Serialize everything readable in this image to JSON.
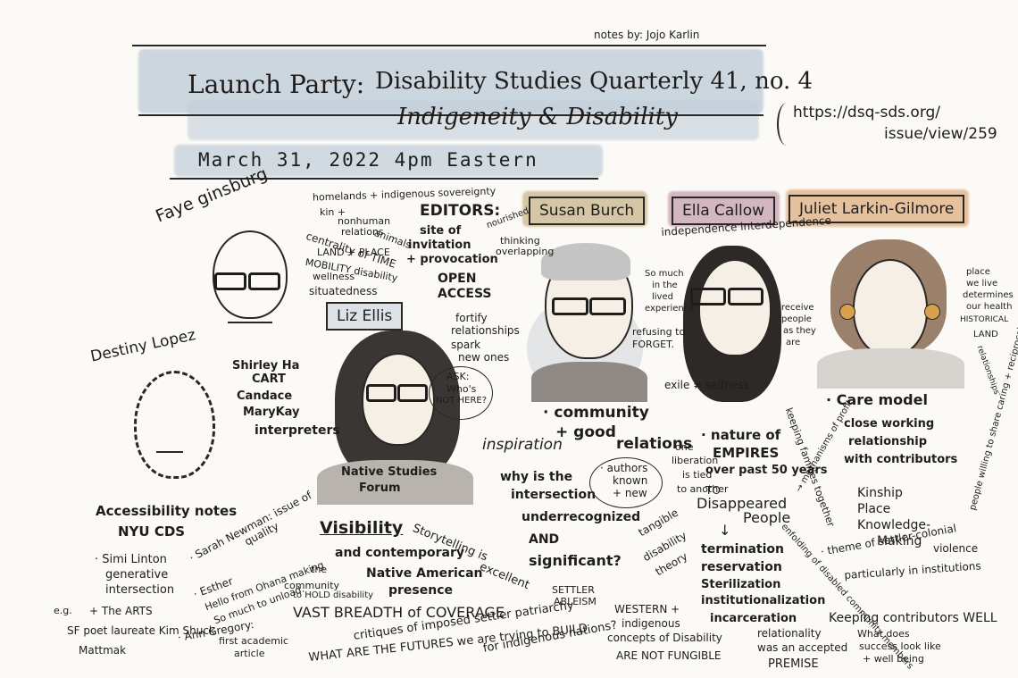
{
  "header": {
    "notes_by": "notes by: Jojo Karlin",
    "title": "Launch Party:",
    "journal": "Disability Studies Quarterly 41, no. 4",
    "subtitle": "Indigeneity & Disability",
    "date": "March 31, 2022   4pm Eastern",
    "url_line1": "https://dsq-sds.org/",
    "url_line2": "issue/view/259"
  },
  "colors": {
    "blue_wash": "#bccad8",
    "susan_wash": "#c9b78a",
    "ella_wash": "#c9a6b4",
    "juliet_wash": "#e2b489"
  },
  "people": {
    "faye": "Faye ginsburg",
    "destiny": "Destiny Lopez",
    "liz": "Liz Ellis",
    "susan": "Susan Burch",
    "ella": "Ella Callow",
    "juliet": "Juliet Larkin-Gilmore"
  },
  "left": {
    "accessibility_1": "Accessibility notes",
    "accessibility_2": "NYU CDS",
    "cart_1": "Shirley Ha",
    "cart_2": "CART",
    "interp_1": "Candace",
    "interp_2": "MaryKay",
    "interp_3": "interpreters",
    "simi_1": "· Simi Linton",
    "simi_2": "generative",
    "simi_3": "intersection",
    "simi_4": "+ The ARTS",
    "eg": "e.g.",
    "sf_1": "SF poet laureate Kim Shuck",
    "sf_2": "Mattmak",
    "sarah_1": "· Sarah Newman: issue of",
    "sarah_2": "quality",
    "esther_1": "· Esther",
    "esther_2": "Hello from Ohana making",
    "esther_3": "So much to unload.",
    "ann_1": "· Ann Gregory:",
    "ann_2": "first academic",
    "ann_3": "article",
    "community_hold_1": "the",
    "community_hold_2": "community",
    "community_hold_3": "to HOLD disability"
  },
  "themes": {
    "t1": "homelands + indigenous sovereignty",
    "t2": "kin +",
    "t3": "nonhuman",
    "t4": "relations",
    "t5": "animals",
    "t6": "centrality of TIME",
    "t7": "LAND + PLACE",
    "t8": "MOBILITY disability",
    "t9": "wellness",
    "t10": "situatedness",
    "editors": "EDITORS:",
    "site_1": "site of",
    "site_2": "invitation",
    "site_3": "+ provocation",
    "nourished": "nourished",
    "thinking_1": "thinking",
    "thinking_2": "overlapping",
    "open_1": "OPEN",
    "open_2": "ACCESS",
    "fortify_1": "fortify",
    "fortify_2": "relationships",
    "fortify_3": "spark",
    "fortify_4": "new ones",
    "ask_1": "ASK:",
    "ask_2": "Who's",
    "ask_3": "NOT HERE?"
  },
  "center": {
    "liz_forum_1": "Native Studies",
    "liz_forum_2": "Forum",
    "visibility_1": "Visibility",
    "visibility_2": "and contemporary",
    "visibility_3": "Native American",
    "visibility_4": "presence",
    "vast": "VAST BREADTH of COVERAGE",
    "storytelling_1": "Storytelling is",
    "storytelling_2": "excellent",
    "critiques": "critiques of imposed settler patriarchy",
    "futures_1": "WHAT ARE THE FUTURES we are trying to BUILD",
    "futures_2": "for indigenous nations?",
    "settler_1": "SETTLER",
    "settler_2": "ABLEISM",
    "inspiration": "inspiration",
    "why_1": "why is the",
    "why_2": "intersection",
    "why_3": "underrecognized",
    "why_4": "AND",
    "why_5": "significant?",
    "community_1": "· community",
    "community_2": "+ good",
    "community_3": "relations",
    "authors_1": "· authors",
    "authors_2": "known",
    "authors_3": "+ new",
    "refusing_1": "refusing to",
    "refusing_2": "FORGET.",
    "so_much_1": "So much",
    "so_much_2": "in the",
    "so_much_3": "lived",
    "so_much_4": "experience",
    "exile": "exile ≠ selfness",
    "independence": "independence interdependence",
    "one_1": "one",
    "one_2": "liberation",
    "one_3": "is tied",
    "one_4": "to another",
    "tangible_1": "tangible",
    "tangible_2": "disability",
    "tangible_3": "theory",
    "western_1": "WESTERN +",
    "western_2": "indigenous",
    "western_3": "concepts of Disability",
    "western_4": "ARE NOT FUNGIBLE"
  },
  "right": {
    "nature_1": "· nature of",
    "nature_2": "EMPIRES",
    "nature_3": "over past 50 years",
    "disappeared_1": "TO",
    "disappeared_2": "Disappeared",
    "disappeared_3": "People",
    "mechanism": "→ mechanisms of profit",
    "termination_1": "termination",
    "termination_2": "reservation",
    "termination_3": "Sterilization",
    "termination_4": "institutionalization",
    "termination_5": "incarceration",
    "receive_1": "receive",
    "receive_2": "people",
    "receive_3": "as they",
    "receive_4": "are",
    "keeping_families": "keeping families together",
    "enfolding": "enfolding of disabled community members",
    "care_1": "· Care model",
    "care_2": "close working",
    "care_3": "relationship",
    "care_4": "with contributors",
    "kinship_1": "Kinship",
    "kinship_2": "Place",
    "kinship_3": "Knowledge-",
    "kinship_4": "Making",
    "settler_colonial_1": "· theme of settler-colonial",
    "settler_colonial_2": "violence",
    "settler_colonial_3": "particularly in institutions",
    "keeping_well": "Keeping contributors WELL",
    "relationality_1": "relationality",
    "relationality_2": "was an accepted",
    "relationality_3": "PREMISE",
    "what_does_1": "What does",
    "what_does_2": "success look like",
    "what_does_3": "+ well being",
    "place_1": "place",
    "place_2": "we live",
    "place_3": "determines",
    "place_4": "our health",
    "place_5": "HISTORICAL",
    "place_6": "LAND",
    "place_7": "relationships",
    "people_willing": "people willing to share caring + reciprocal experience"
  }
}
